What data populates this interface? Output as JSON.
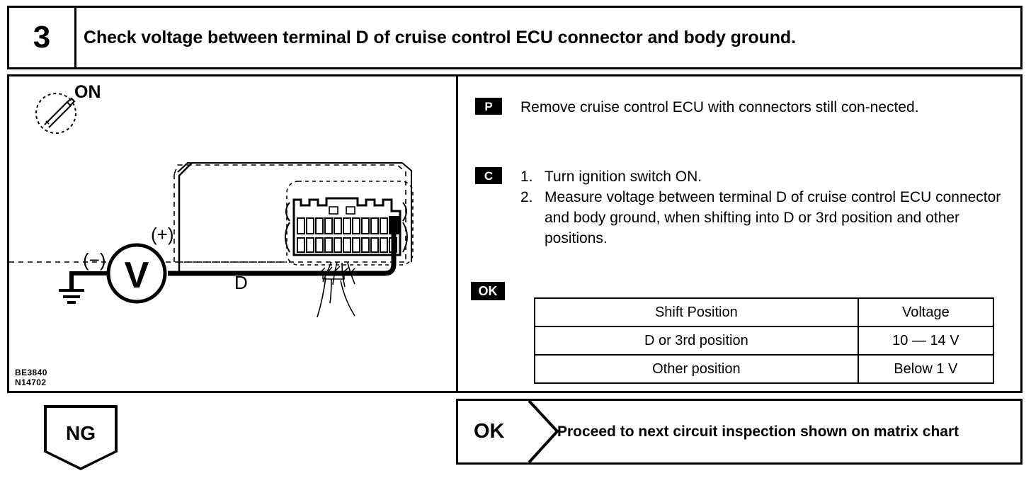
{
  "header": {
    "step_number": "3",
    "title": "Check voltage between terminal D of cruise control ECU connector and body ground."
  },
  "figure": {
    "ignition_label": "ON",
    "ignition_icon": "ignition-key-icon",
    "meter_symbol": "V",
    "negative_label": "(−)",
    "positive_label": "(+)",
    "terminal_label": "D",
    "figure_code_1": "BE3840",
    "figure_code_2": "N14702",
    "connector_pin_count": 11,
    "highlighted_pin_index": 10
  },
  "instructions": {
    "prepare": {
      "badge": "P",
      "text": "Remove cruise control ECU with connectors still con-nected."
    },
    "check": {
      "badge": "C",
      "steps": [
        {
          "num": "1.",
          "text": "Turn ignition switch ON."
        },
        {
          "num": "2.",
          "text": "Measure voltage between terminal D of cruise control ECU connector and body ground, when shifting into D or 3rd position and other positions."
        }
      ]
    },
    "ok": {
      "badge": "OK"
    }
  },
  "spec_table": {
    "headers": [
      "Shift Position",
      "Voltage"
    ],
    "rows": [
      [
        "D or 3rd position",
        "10 — 14 V"
      ],
      [
        "Other position",
        "Below 1 V"
      ]
    ]
  },
  "footer": {
    "ng_label": "NG",
    "ok_label": "OK",
    "ok_text": "Proceed to next circuit inspection shown on matrix chart"
  }
}
